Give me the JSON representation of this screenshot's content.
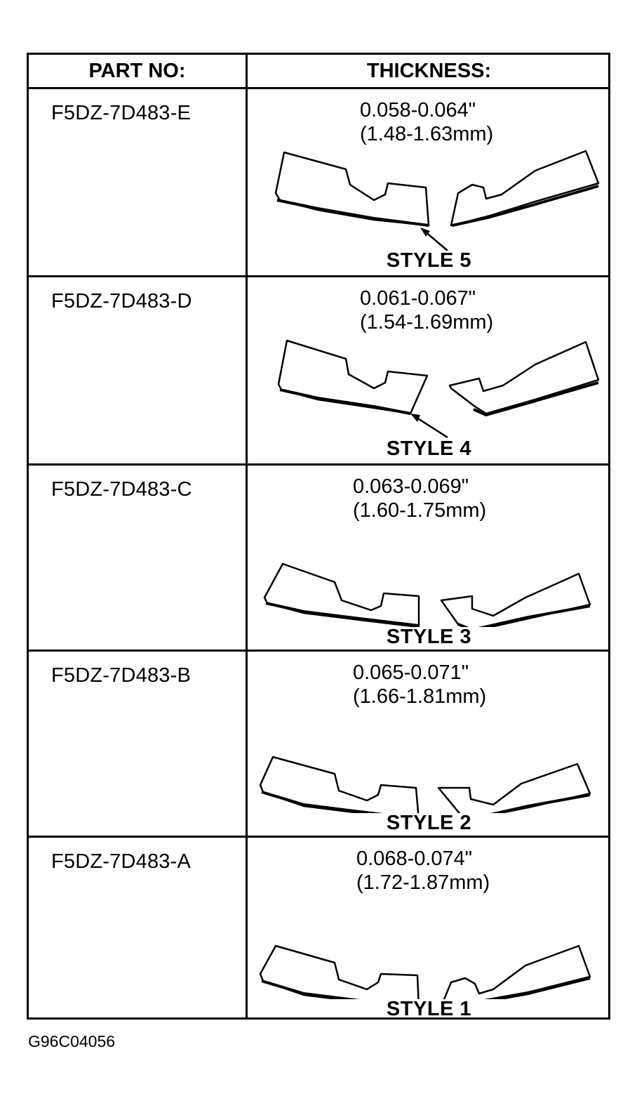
{
  "table": {
    "headers": {
      "part_no": "PART NO:",
      "thickness": "THICKNESS:"
    },
    "rows": [
      {
        "part_no": "F5DZ-7D483-E",
        "inch": "0.058-0.064\"",
        "mm": "(1.48-1.63mm)",
        "style": "STYLE 5"
      },
      {
        "part_no": "F5DZ-7D483-D",
        "inch": "0.061-0.067\"",
        "mm": "(1.54-1.69mm)",
        "style": "STYLE 4"
      },
      {
        "part_no": "F5DZ-7D483-C",
        "inch": "0.063-0.069\"",
        "mm": "(1.60-1.75mm)",
        "style": "STYLE 3"
      },
      {
        "part_no": "F5DZ-7D483-B",
        "inch": "0.065-0.071\"",
        "mm": "(1.66-1.81mm)",
        "style": "STYLE 2"
      },
      {
        "part_no": "F5DZ-7D483-A",
        "inch": "0.068-0.074\"",
        "mm": "(1.72-1.87mm)",
        "style": "STYLE 1"
      }
    ]
  },
  "figure_code": "G96C04056"
}
